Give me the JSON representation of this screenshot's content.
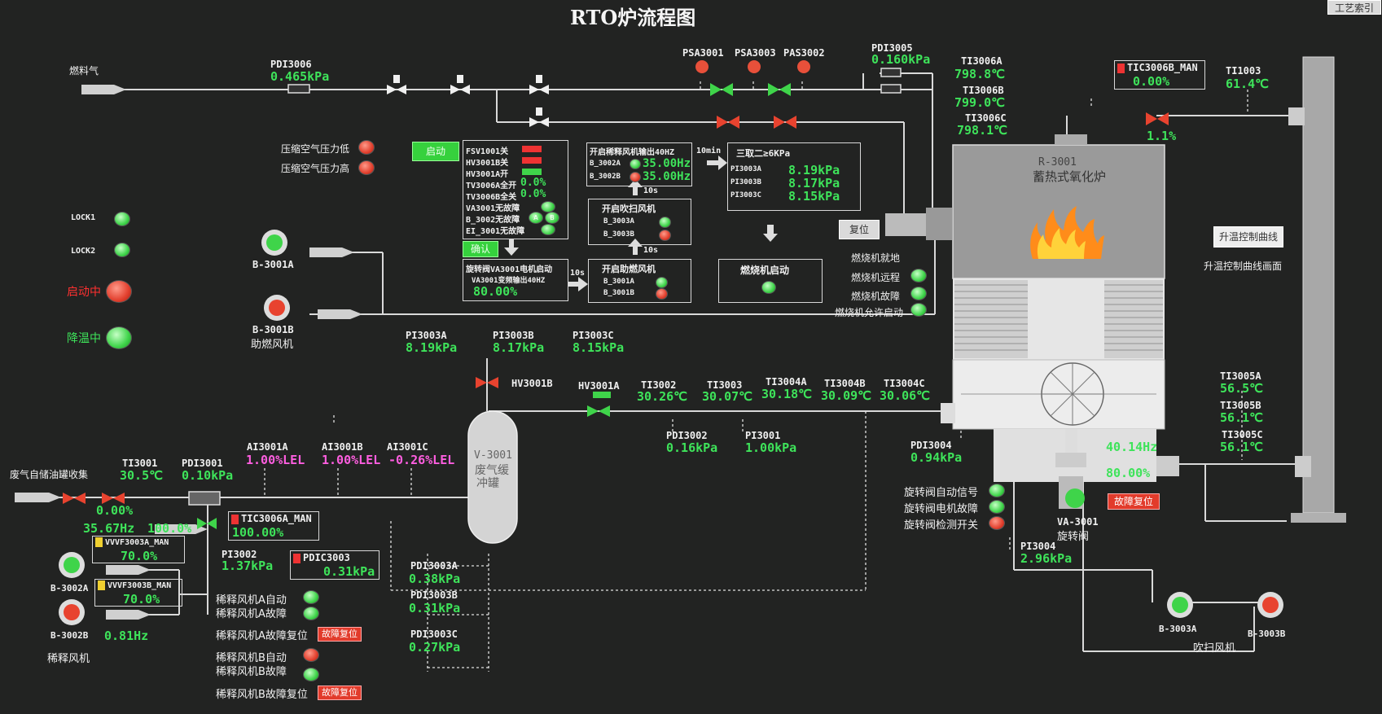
{
  "title": "RTO炉流程图",
  "nav_button": "工艺索引",
  "colors": {
    "background": "#222322",
    "value_green": "#3ee35a",
    "alarm_red": "#e2402e",
    "pink": "#ff5ee0"
  },
  "fuel": {
    "label": "燃料气",
    "pdi3006_tag": "PDI3006",
    "pdi3006_val": "0.465kPa"
  },
  "psa": {
    "psa3001": "PSA3001",
    "psa3003": "PSA3003",
    "pas3002": "PAS3002"
  },
  "pdi3005": {
    "tag": "PDI3005",
    "val": "0.160kPa"
  },
  "ti3006": {
    "a_tag": "TI3006A",
    "a_val": "798.8℃",
    "b_tag": "TI3006B",
    "b_val": "799.0℃",
    "c_tag": "TI3006C",
    "c_val": "798.1℃"
  },
  "tic3006b": {
    "tag": "TIC3006B_MAN",
    "val": "0.00%",
    "valve_out": "1.1%"
  },
  "ti1003": {
    "tag": "TI1003",
    "val": "61.4℃"
  },
  "air_alarms": {
    "low": "压缩空气压力低",
    "high": "压缩空气压力高"
  },
  "locks": {
    "lock1": "LOCK1",
    "lock2": "LOCK2",
    "running": "启动中",
    "cooling": "降温中"
  },
  "blowers": {
    "b3001a": "B-3001A",
    "b3001b": "B-3001B",
    "b3001_group": "助燃风机"
  },
  "start_button": "启动",
  "confirm_button": "确认",
  "interlock": {
    "fsv1001": "FSV1001关",
    "hv3001b": "HV3001B关",
    "hv3001a": "HV3001A开",
    "tv3006a": "TV3006A全开",
    "tv3006a_val": "0.0%",
    "tv3006b": "TV3006B全关",
    "tv3006b_val": "0.0%",
    "va3001": "VA3001无故障",
    "b3002": "B_3002无故障",
    "badge_a": "A",
    "badge_b": "B",
    "ei3001": "EI_3001无故障"
  },
  "rotary_valve_start": {
    "line1": "旋转阀VA3001电机启动",
    "line2": "VA3001变频输出40HZ",
    "val": "80.00%"
  },
  "seq": {
    "dilution_title": "开启稀释风机输出40HZ",
    "b3002a": "B_3002A",
    "b3002a_val": "35.00Hz",
    "b3002b": "B_3002B",
    "b3002b_val": "35.00Hz",
    "t10min": "10min",
    "t10s_1": "10s",
    "t10s_2": "10s",
    "t10s_3": "10s",
    "purge_title": "开启吹扫风机",
    "b3003a": "B_3003A",
    "b3003b": "B_3003B",
    "comb_title": "开启助燃风机",
    "b3001a": "B_3001A",
    "b3001b": "B_3001B"
  },
  "three_two": {
    "title": "三取二≥6KPa",
    "pi3003a": "PI3003A",
    "pi3003a_val": "8.19kPa",
    "pi3003b": "PI3003B",
    "pi3003b_val": "8.17kPa",
    "pi3003c": "PI3003C",
    "pi3003c_val": "8.15kPa"
  },
  "reset_button": "复位",
  "burner_start": "燃烧机启动",
  "burner_status": {
    "ready": "燃烧机就地",
    "remote": "燃烧机远程",
    "fault": "燃烧机故障",
    "allow": "燃烧机允许启动"
  },
  "reactor": {
    "tag": "R-3001",
    "name": "蓄热式氧化炉"
  },
  "curve": {
    "button": "升温控制曲线",
    "label": "升温控制曲线画面"
  },
  "pi3003_main": {
    "a_tag": "PI3003A",
    "a_val": "8.19kPa",
    "b_tag": "PI3003B",
    "b_val": "8.17kPa",
    "c_tag": "PI3003C",
    "c_val": "8.15kPa"
  },
  "hv3001b": "HV3001B",
  "hv3001a": "HV3001A",
  "ti3002": {
    "tag": "TI3002",
    "val": "30.26℃"
  },
  "ti3003": {
    "tag": "TI3003",
    "val": "30.07℃"
  },
  "ti3004": {
    "a_tag": "TI3004A",
    "a_val": "30.18℃",
    "b_tag": "TI3004B",
    "b_val": "30.09℃",
    "c_tag": "TI3004C",
    "c_val": "30.06℃"
  },
  "pdi3002": {
    "tag": "PDI3002",
    "val": "0.16kPa"
  },
  "pi3001": {
    "tag": "PI3001",
    "val": "1.00kPa"
  },
  "pdi3004": {
    "tag": "PDI3004",
    "val": "0.94kPa"
  },
  "ti3005": {
    "a_tag": "TI3005A",
    "a_val": "56.5℃",
    "b_tag": "TI3005B",
    "b_val": "56.1℃",
    "c_tag": "TI3005C",
    "c_val": "56.1℃"
  },
  "va3001_freq": "40.14Hz",
  "va3001_pct": "80.00%",
  "rotary": {
    "auto": "旋转阀自动信号",
    "motor": "旋转阀电机故障",
    "detect": "旋转阀检测开关",
    "tag": "VA-3001",
    "name": "旋转阀",
    "fault_reset": "故障复位"
  },
  "tank": {
    "tag": "V-3001",
    "name1": "废气缓",
    "name2": "冲罐"
  },
  "inlet_label": "废气自储油罐收集",
  "ti3001": {
    "tag": "TI3001",
    "val": "30.5℃"
  },
  "pdi3001": {
    "tag": "PDI3001",
    "val": "0.10kPa"
  },
  "inlet_valve_out": "0.00%",
  "ai3001": {
    "a_tag": "AI3001A",
    "a_val": "1.00%LEL",
    "b_tag": "AI3001B",
    "b_val": "1.00%LEL",
    "c_tag": "AI3001C",
    "c_val": "-0.26%LEL"
  },
  "freq_35": "35.67Hz",
  "pct_100": "100.0%",
  "tic3006a": {
    "tag": "TIC3006A_MAN",
    "val": "100.00%"
  },
  "vvvf_a": {
    "tag": "VVVF3003A_MAN",
    "val": "70.0%"
  },
  "vvvf_b": {
    "tag": "VVVF3003B_MAN",
    "val": "70.0%"
  },
  "pi3002": {
    "tag": "PI3002",
    "val": "1.37kPa"
  },
  "pdic3003": {
    "tag": "PDIC3003",
    "val": "0.31kPa"
  },
  "pdi3003": {
    "a_tag": "PDI3003A",
    "a_val": "0.38kPa",
    "b_tag": "PDI3003B",
    "b_val": "0.31kPa",
    "c_tag": "PDI3003C",
    "c_val": "0.27kPa"
  },
  "dilution_fans": {
    "b3002a": "B-3002A",
    "b3002b": "B-3002B",
    "freq": "0.81Hz",
    "group": "稀释风机"
  },
  "dil_status": {
    "a_auto": "稀释风机A自动",
    "a_fault": "稀释风机A故障",
    "a_reset": "稀释风机A故障复位",
    "b_auto": "稀释风机B自动",
    "b_fault": "稀释风机B故障",
    "b_reset": "稀释风机B故障复位",
    "reset_btn": "故障复位"
  },
  "pi3004": {
    "tag": "PI3004",
    "val": "2.96kPa"
  },
  "purge_fans": {
    "b3003a": "B-3003A",
    "b3003b": "B-3003B",
    "group": "吹扫风机"
  }
}
